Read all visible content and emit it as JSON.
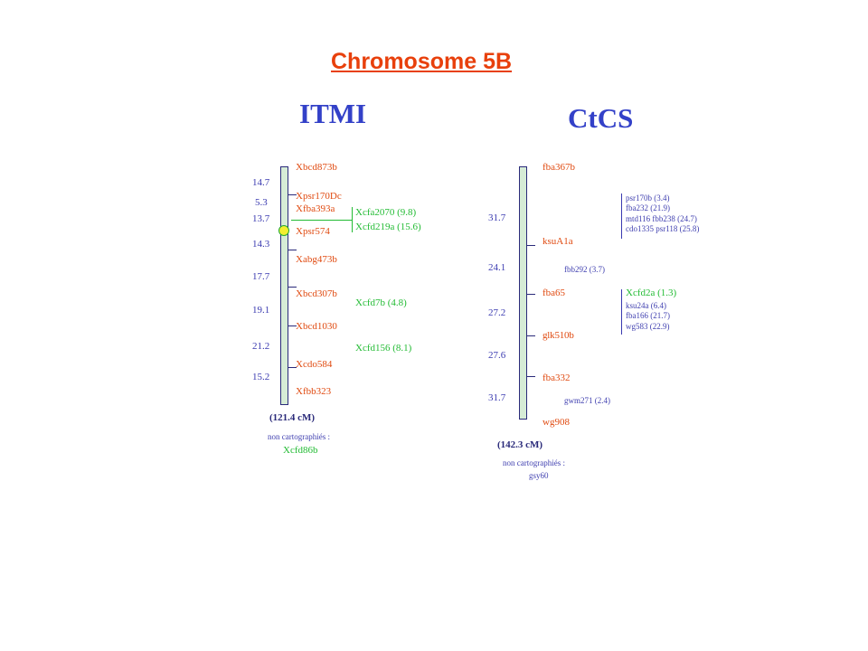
{
  "title": "Chromosome 5B",
  "itmi": {
    "title": "ITMI",
    "markers": [
      "Xbcd873b",
      "Xpsr170Dc",
      "Xfba393a",
      "Xpsr574",
      "Xabg473b",
      "Xbcd307b",
      "Xbcd1030",
      "Xcdo584",
      "Xfbb323"
    ],
    "distances": [
      "14.7",
      "5.3",
      "13.7",
      "14.3",
      "17.7",
      "19.1",
      "21.2",
      "15.2"
    ],
    "green_labels": [
      "Xcfa2070 (9.8)",
      "Xcfd219a (15.6)",
      "Xcfd7b (4.8)",
      "Xcfd156 (8.1)"
    ],
    "total": "(121.4 cM)",
    "non_carto_label": "non cartographiés :",
    "non_carto_marker": "Xcfd86b"
  },
  "ctcs": {
    "title": "CtCS",
    "markers": [
      "fba367b",
      "ksuA1a",
      "fba65",
      "glk510b",
      "fba332",
      "wg908"
    ],
    "distances": [
      "31.7",
      "24.1",
      "27.2",
      "27.6",
      "31.7"
    ],
    "group1": [
      "psr170b (3.4)",
      "fba232 (21.9)",
      "mtd116 fbb238 (24.7)",
      "cdo1335 psr118 (25.8)"
    ],
    "fbb292": "fbb292 (3.7)",
    "green_label": "Xcfd2a (1.3)",
    "group2": [
      "ksu24a (6.4)",
      "fba166 (21.7)",
      "wg583 (22.9)"
    ],
    "gwm271": "gwm271 (2.4)",
    "total": "(142.3 cM)",
    "non_carto_label": "non cartographiés :",
    "non_carto_marker": "gsy60"
  },
  "colors": {
    "title": "#e8400c",
    "map_title": "#3341c8",
    "marker": "#e04a10",
    "green": "#22bb33",
    "blue": "#3a3ab0"
  }
}
